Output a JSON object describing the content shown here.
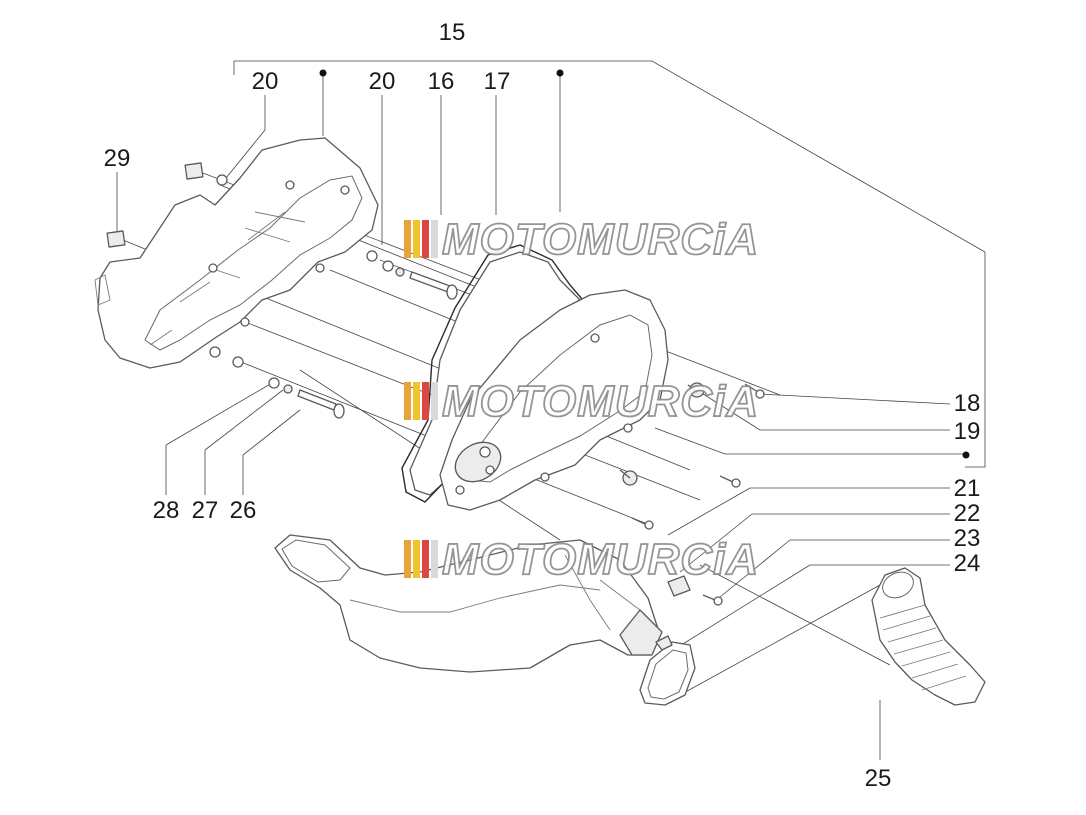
{
  "diagram": {
    "callouts": {
      "c15": "15",
      "c20a": "20",
      "c20b": "20",
      "c16": "16",
      "c17": "17",
      "c29": "29",
      "c18": "18",
      "c19": "19",
      "c21": "21",
      "c22": "22",
      "c23": "23",
      "c24": "24",
      "c25": "25",
      "c26": "26",
      "c27": "27",
      "c28": "28"
    },
    "watermark": {
      "text": "MOTOMURCiA",
      "stripe_colors": [
        "#e8a33a",
        "#f2c230",
        "#e04545",
        "#d9d9d9"
      ]
    }
  }
}
